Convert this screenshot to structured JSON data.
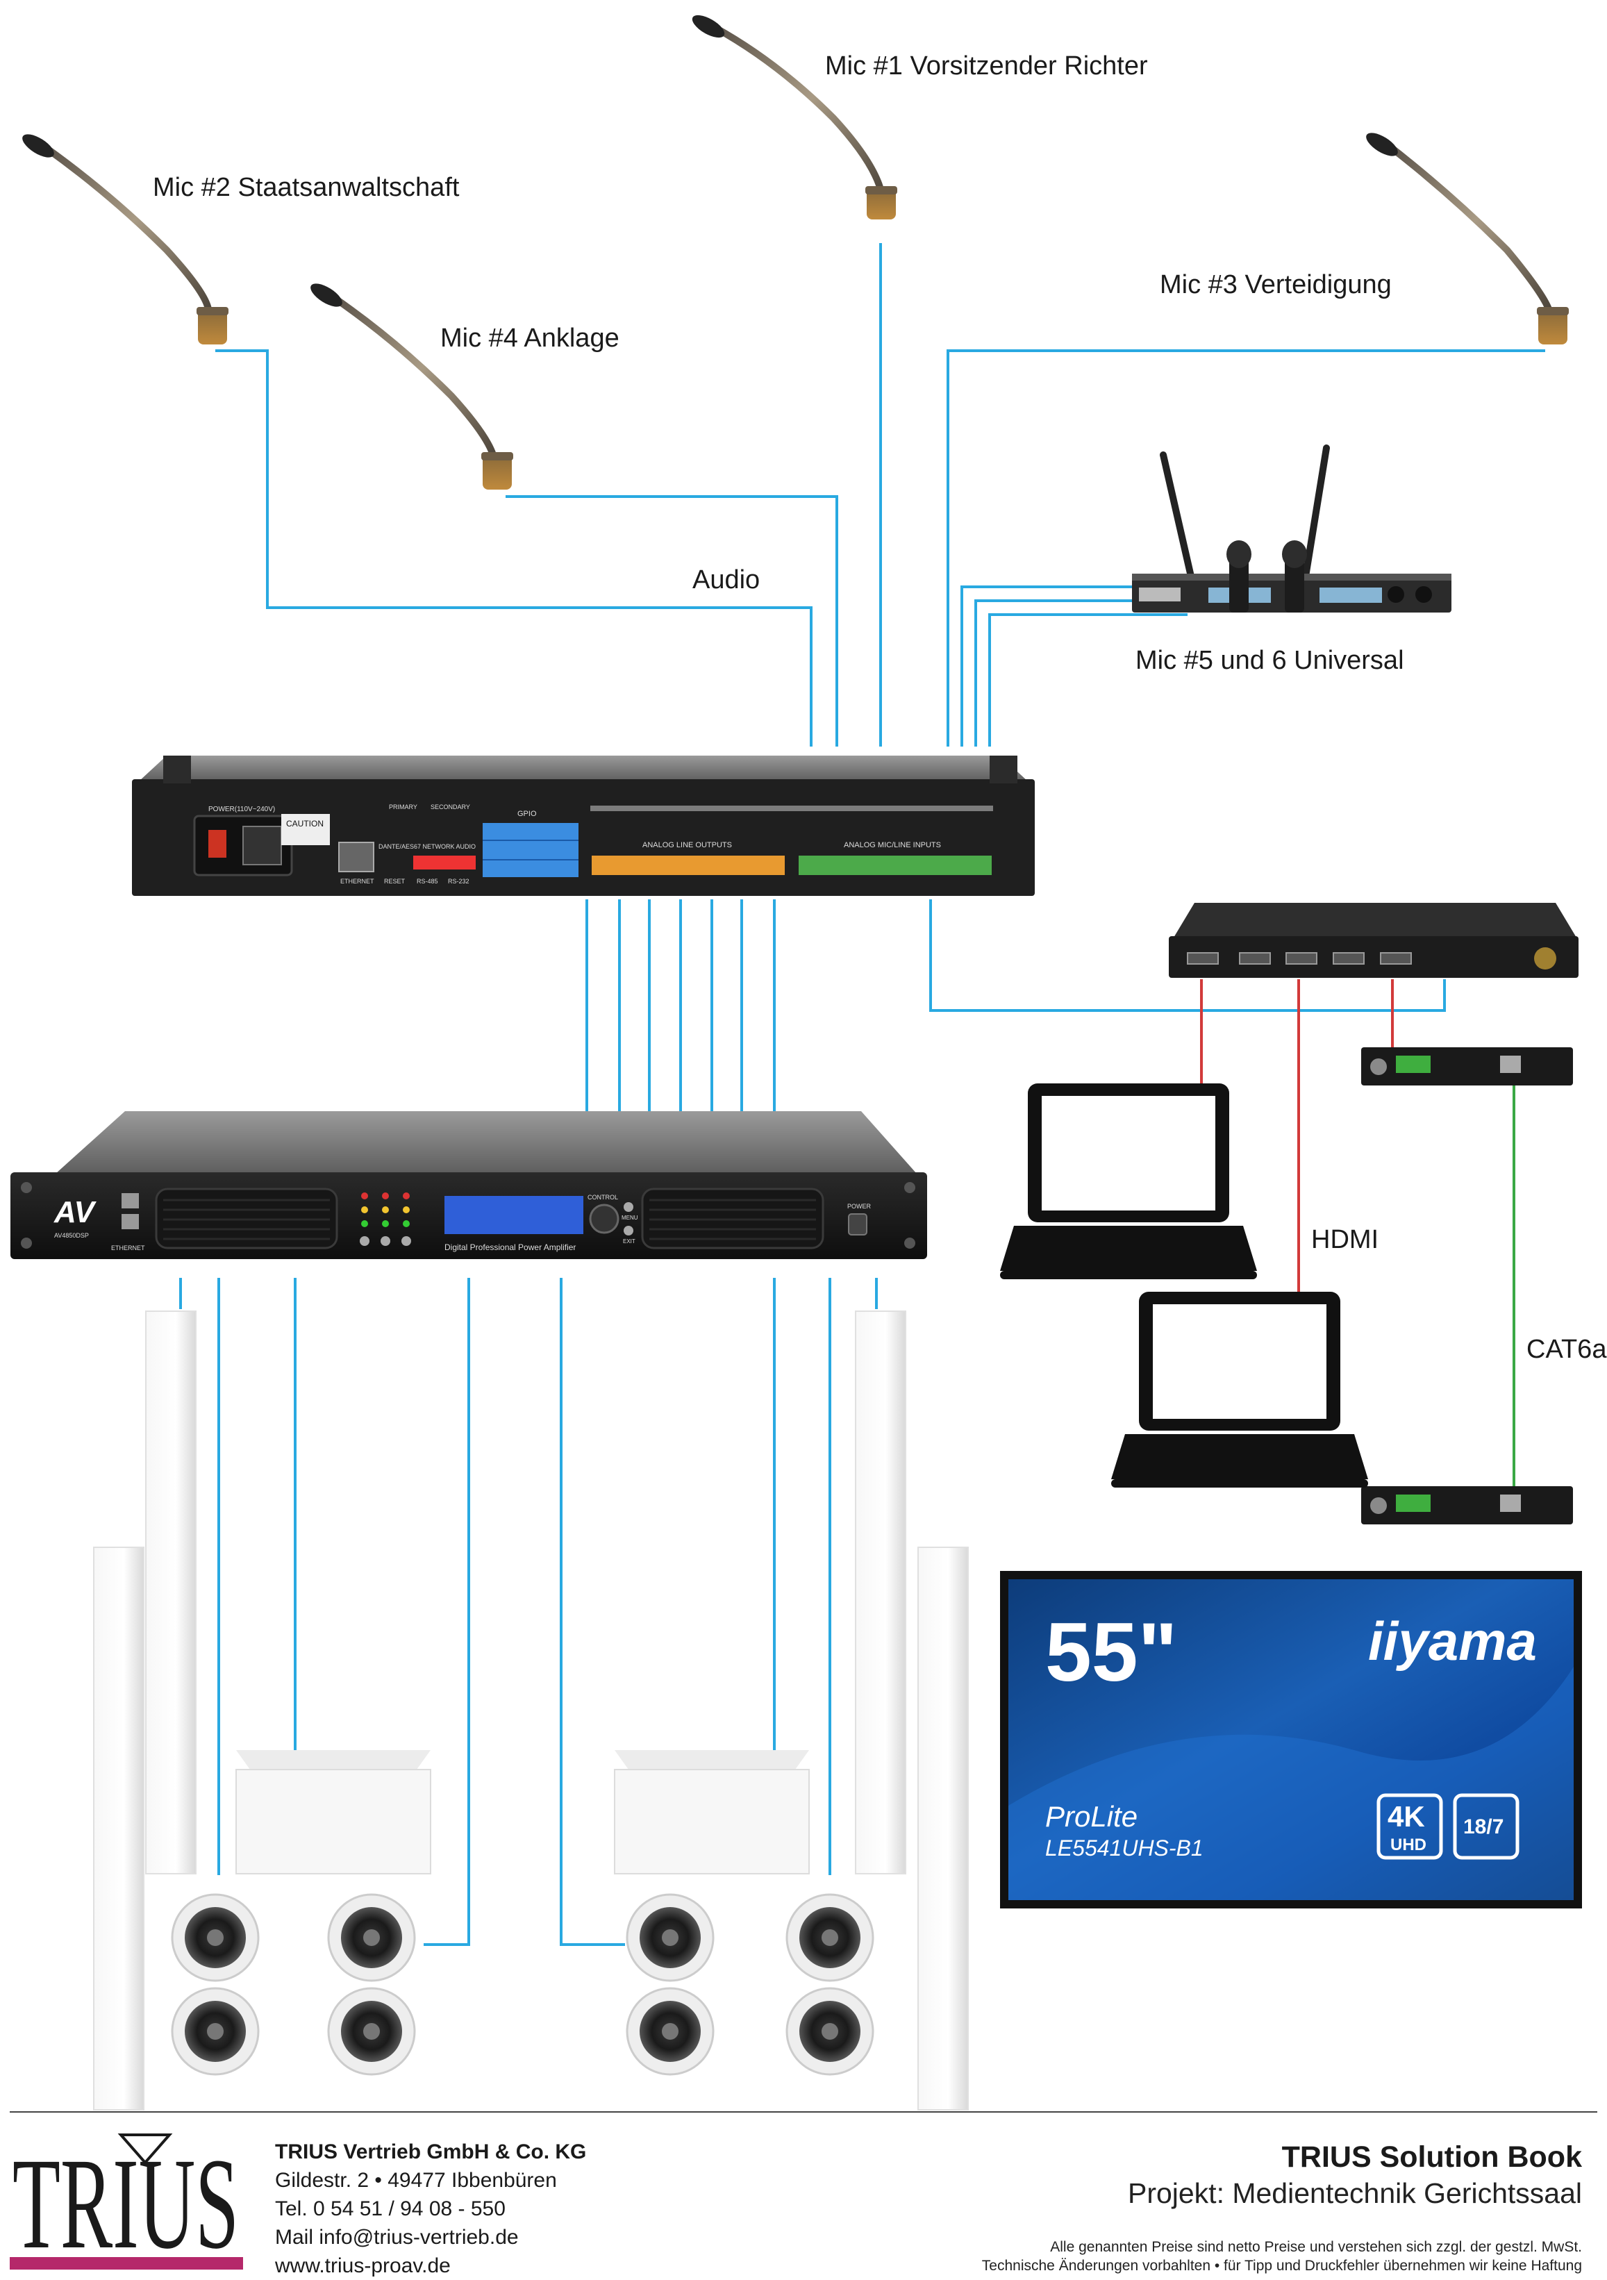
{
  "labels": {
    "mic1": "Mic #1 Vorsitzender Richter",
    "mic2": "Mic #2 Staatsanwaltschaft",
    "mic3": "Mic #3 Verteidigung",
    "mic4": "Mic #4 Anklage",
    "mic56": "Mic #5 und 6 Universal",
    "audio": "Audio",
    "hdmi": "HDMI",
    "cat6a": "CAT6a"
  },
  "devices": {
    "dsp": {
      "power": "POWER(110V~240V)",
      "caution": "CAUTION",
      "primary": "PRIMARY",
      "secondary": "SECONDARY",
      "network_audio": "DANTE/AES67 NETWORK AUDIO",
      "gpio": "GPIO",
      "line_outputs": "ANALOG LINE OUTPUTS",
      "mic_inputs": "ANALOG MIC/LINE INPUTS",
      "ethernet": "ETHERNET",
      "reset": "RESET",
      "rs485": "RS-485",
      "rs232": "RS-232"
    },
    "amp": {
      "brand": "AV",
      "model": "AV4850DSP",
      "ethernet": "ETHERNET",
      "caption": "Digital Professional Power Amplifier",
      "control": "CONTROL",
      "menu": "MENU",
      "exit": "EXIT",
      "power": "POWER"
    },
    "display": {
      "size": "55\"",
      "brand": "iiyama",
      "series": "ProLite",
      "model": "LE5541UHS-B1",
      "badge_4k": "4K",
      "badge_uhd": "UHD",
      "badge_hours": "18/7"
    }
  },
  "footer": {
    "logo_text": "TRIUS",
    "company_name": "TRIUS Vertrieb GmbH & Co. KG",
    "address": "Gildestr. 2 • 49477 Ibbenbüren",
    "phone": "Tel. 0 54 51 / 94 08 - 550",
    "mail": "Mail info@trius-vertrieb.de",
    "web": "www.trius-proav.de",
    "book_title": "TRIUS Solution Book",
    "project": "Projekt: Medientechnik Gerichtssaal",
    "disclaimer1": "Alle genannten Preise sind netto Preise und verstehen sich zzgl. der gestzl. MwSt.",
    "disclaimer2": "Technische Änderungen vorbahlten • für Tipp und Druckfehler übernehmen wir keine Haftung"
  },
  "colors": {
    "audio_cable": "#29a9e1",
    "hdmi_cable": "#d23a3a",
    "cat_cable": "#3aa845",
    "logo_accent": "#b5286a"
  }
}
